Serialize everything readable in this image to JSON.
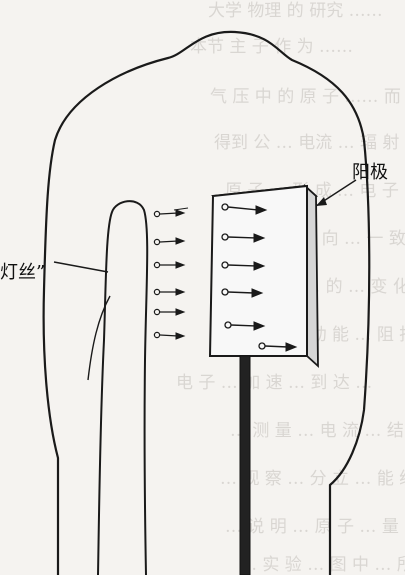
{
  "labels": {
    "anode": "阳极",
    "filament": "灯丝”"
  },
  "background_text": {
    "lines": [
      "大学 物理 的 研究 ……",
      "本节 主 子 作 为 ……",
      "气 压 中 的 原 子 …… 而 …… 变 明",
      "得到 公 … 电流 … 辐 射 …",
      "原 子 … 形 成 … 电 子 而 …",
      "… 的 … 方 向 … 一 致 时 …",
      "… 电 压 … 的 … 变 化 …",
      "… 电 子 的 动 能 … 阻 挡 …",
      "电 子 … 加 速 … 到 达 …",
      "… 测 量 … 电 流 … 结 果 …",
      "… 观 察 … 分 立 … 能 级 …",
      "… 说 明 … 原 子 … 量 子 化 …",
      "… 实 验 … 图 中 … 所 示 …"
    ]
  },
  "colors": {
    "ink": "#1a1a1a",
    "paper": "#f5f3f0",
    "faint_text": "#d9d6d2"
  }
}
